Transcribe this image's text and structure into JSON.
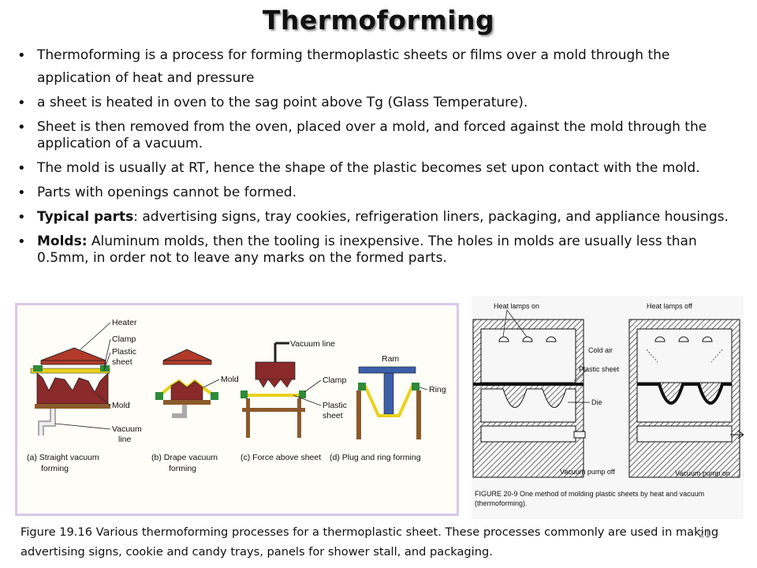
{
  "title": "Thermoforming",
  "bullets": [
    {
      "prefix": "",
      "text": "Thermoforming is a process for forming thermoplastic sheets or films over a mold through the application of heat and pressure"
    },
    {
      "prefix": "",
      "text": "a sheet is heated in oven to the sag point above Tg (Glass Temperature)."
    },
    {
      "prefix": "",
      "text": "Sheet is then removed from the oven, placed over a mold, and forced against the mold through the application of a vacuum."
    },
    {
      "prefix": "",
      "text": "The mold is usually at RT, hence the shape of the plastic becomes set upon contact with the mold."
    },
    {
      "prefix": "",
      "text": "Parts with openings cannot be formed."
    },
    {
      "prefix": "Typical parts",
      "text": ": advertising signs, tray cookies, refrigeration liners, packaging, and appliance housings."
    },
    {
      "prefix": "Molds:",
      "text": " Aluminum molds, then the tooling is inexpensive. The holes in molds are usually less than 0.5mm, in order not to leave any marks on the formed parts."
    }
  ],
  "figure_left": {
    "labels": {
      "heater": "Heater",
      "clamp": "Clamp",
      "plastic1": "Plastic",
      "plastic2": "sheet",
      "mold": "Mold",
      "vacuum1": "Vacuum",
      "vacuum2": "line",
      "mold_b": "Mold",
      "vacuum_line": "Vacuum line",
      "clamp_c": "Clamp",
      "plastic_c1": "Plastic",
      "plastic_c2": "sheet",
      "ram": "Ram",
      "ring": "Ring"
    },
    "captions": {
      "a1": "(a) Straight vacuum",
      "a2": "forming",
      "b1": "(b) Drape vacuum",
      "b2": "forming",
      "c": "(c) Force above sheet",
      "d": "(d) Plug and ring forming"
    }
  },
  "figure_right": {
    "labels": {
      "heat_on": "Heat lamps on",
      "heat_off": "Heat lamps off",
      "cold_air": "Cold air",
      "plastic_sheet": "Plastic sheet",
      "die": "Die",
      "vac_off": "Vacuum pump off",
      "vac_on": "Vacuum pump on"
    },
    "caption1": "FIGURE 20-9   One method of molding plastic sheets by heat and vacuum",
    "caption2": "(thermoforming)."
  },
  "caption": "Figure 19.16  Various thermoforming processes for a thermoplastic sheet.  These processes commonly are used in making advertising signs, cookie and candy trays, panels for shower stall, and packaging.",
  "slide_number": "21",
  "colors": {
    "mold": "#8a2a2a",
    "heater": "#b23a2a",
    "sheet": "#e8d21a",
    "clamp": "#2f8a3a",
    "ram": "#3b5fa8",
    "wood": "#8b5a2b"
  }
}
